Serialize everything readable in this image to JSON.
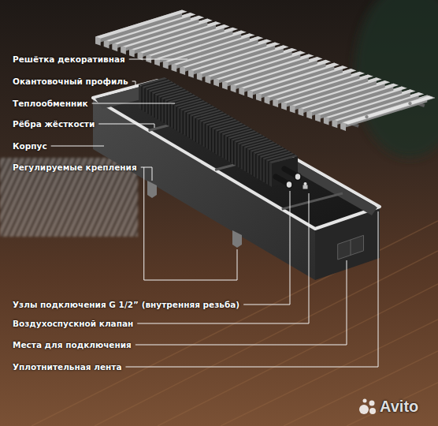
{
  "diagram": {
    "labels": [
      "Решётка декоративная",
      "Окантовочный профиль",
      "Теплообменник",
      "Рёбра жёсткости",
      "Корпус",
      "Регулируемые крепления",
      "Узлы подключения G 1/2” (внутренняя резьба)",
      "Воздухоспускной клапан",
      "Места для подключения",
      "Уплотнительная лента",
      "Avito"
    ]
  }
}
